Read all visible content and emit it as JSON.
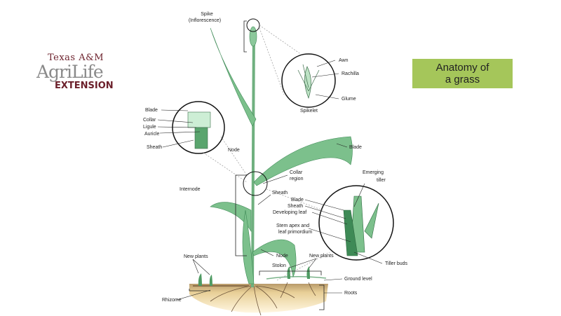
{
  "logo": {
    "line1": "Texas A&M",
    "line2": "AgriLife",
    "line3": "EXTENSION"
  },
  "title": {
    "line1": "Anatomy of",
    "line2": "a grass"
  },
  "labels": {
    "spike": "Spike",
    "inflorescence": "(Inflorescence)",
    "awn": "Awn",
    "rachilla": "Rachilla",
    "glume": "Glume",
    "spikelet": "Spikelet",
    "collar_blade": "Blade",
    "collar": "Collar",
    "ligule": "Ligule",
    "auricle": "Auricle",
    "collar_sheath": "Sheath",
    "node_upper": "Node",
    "collar_region_1": "Collar",
    "collar_region_2": "region",
    "blade": "Blade",
    "emerging_tiller_1": "Emerging",
    "emerging_tiller_2": "tiller",
    "internode": "Internode",
    "sheath": "Sheath",
    "tiller_blade": "Blade",
    "tiller_sheath": "Sheath",
    "developing_leaf": "Developing leaf",
    "stem_apex_1": "Stem apex and",
    "stem_apex_2": "leaf primordium",
    "node_lower": "Node",
    "new_plants_left": "New plants",
    "new_plants_right": "New plants",
    "stolon": "Stolon",
    "tiller_buds": "Tiller buds",
    "ground_level": "Ground level",
    "roots": "Roots",
    "rhizome": "Rhizome"
  },
  "colors": {
    "title_box": "#a5c65a",
    "brand": "#6b1f2a",
    "leaf": "#5aa56e",
    "soil": "#e8cf97"
  }
}
